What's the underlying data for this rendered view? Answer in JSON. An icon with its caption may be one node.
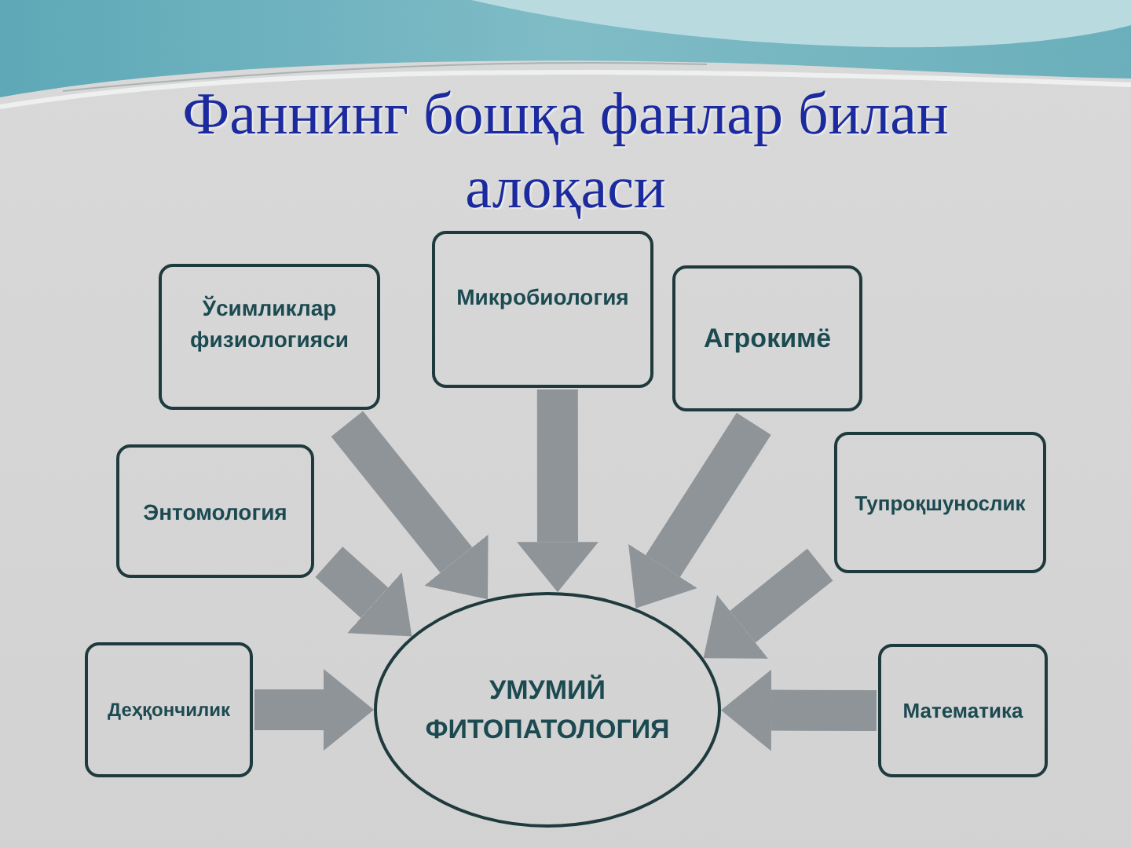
{
  "diagram": {
    "title": "Фаннинг бошқа фанлар билан алоқаси",
    "nodes": [
      {
        "text": [
          "Ўсимликлар физиологияси"
        ]
      },
      {
        "text": [
          "Микробиология"
        ]
      },
      {
        "text": [
          "Агрокимё"
        ]
      },
      {
        "text": [
          "Энтомология"
        ]
      },
      {
        "text": [
          "Тупроқшунослик"
        ]
      },
      {
        "text": [
          "Деҳқончилик"
        ]
      },
      {
        "text": [
          "УМУМИЙ ФИТОПАТОЛОГИЯ"
        ]
      },
      {
        "text": [
          "Математика"
        ]
      }
    ],
    "edges": [
      {
        "from": 0,
        "to": 6,
        "arrow": "to"
      },
      {
        "from": 1,
        "to": 6,
        "arrow": "to"
      },
      {
        "from": 2,
        "to": 6,
        "arrow": "to"
      },
      {
        "from": 3,
        "to": 6,
        "arrow": "to"
      },
      {
        "from": 4,
        "to": 6,
        "arrow": "to"
      },
      {
        "from": 5,
        "to": 6,
        "arrow": "to"
      },
      {
        "from": 7,
        "to": 6,
        "arrow": "to"
      }
    ]
  }
}
